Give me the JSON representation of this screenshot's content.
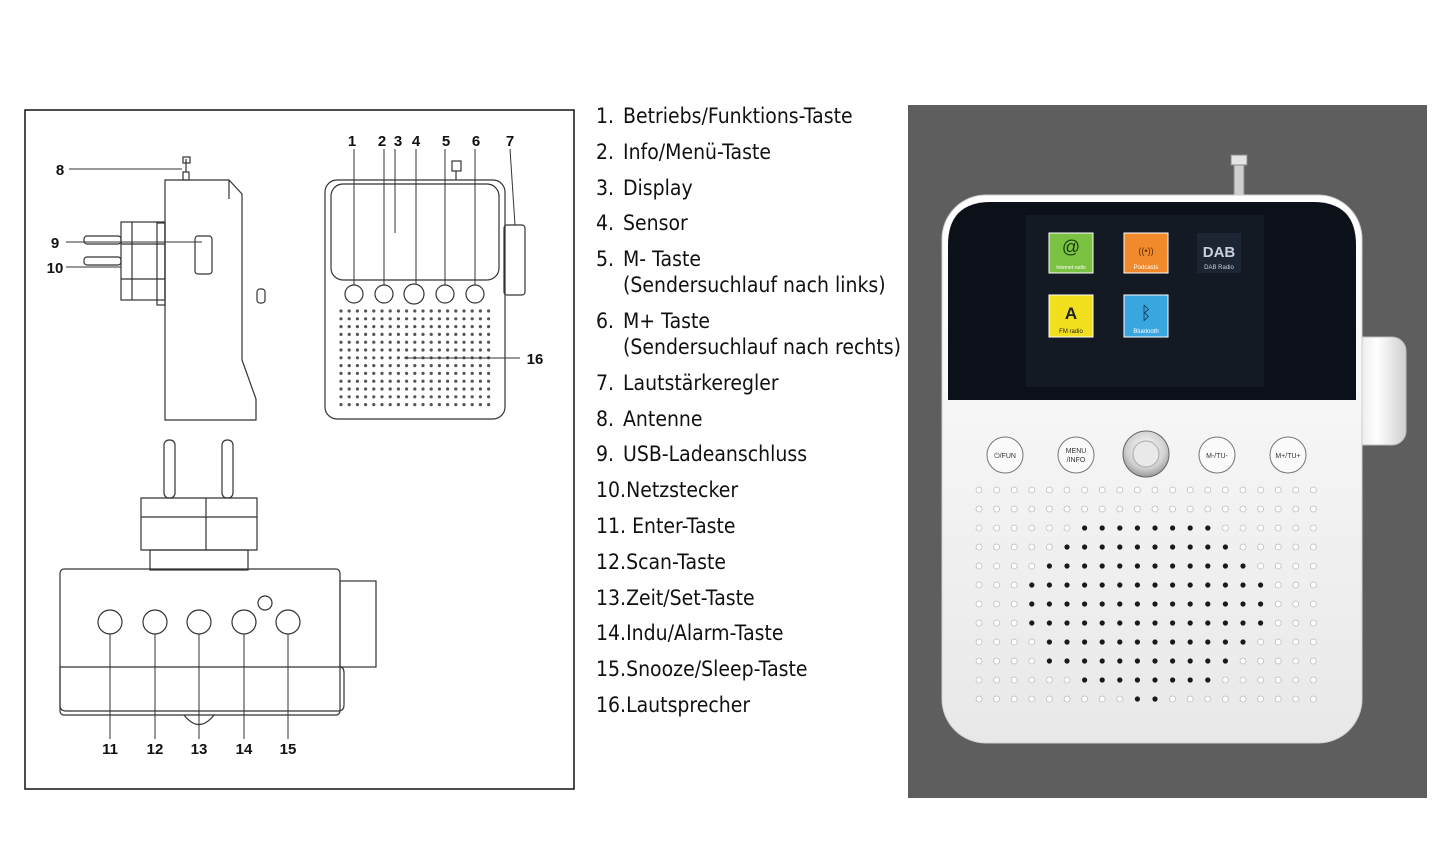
{
  "callouts": [
    "1",
    "2",
    "3",
    "4",
    "5",
    "6",
    "7",
    "8",
    "9",
    "10",
    "11",
    "12",
    "13",
    "14",
    "15",
    "16"
  ],
  "legend": [
    {
      "num": "1.",
      "text": "Betriebs/Funktions-Taste",
      "sub": ""
    },
    {
      "num": "2.",
      "text": "Info/Menü-Taste",
      "sub": ""
    },
    {
      "num": "3.",
      "text": "Display",
      "sub": ""
    },
    {
      "num": "4.",
      "text": "Sensor",
      "sub": ""
    },
    {
      "num": "5.",
      "text": "M- Taste",
      "sub": "(Sendersuchlauf nach links)"
    },
    {
      "num": "6.",
      "text": "M+ Taste",
      "sub": "(Sendersuchlauf nach rechts)"
    },
    {
      "num": "7.",
      "text": "Lautstärkeregler",
      "sub": ""
    },
    {
      "num": "8.",
      "text": "Antenne",
      "sub": ""
    },
    {
      "num": "9.",
      "text": "USB-Ladeanschluss",
      "sub": ""
    },
    {
      "num": "10.",
      "text": "Netzstecker",
      "sub": ""
    },
    {
      "num": "11.",
      "text": " Enter-Taste",
      "sub": ""
    },
    {
      "num": "12.",
      "text": "Scan-Taste",
      "sub": ""
    },
    {
      "num": "13.",
      "text": "Zeit/Set-Taste",
      "sub": ""
    },
    {
      "num": "14.",
      "text": "Indu/Alarm-Taste",
      "sub": ""
    },
    {
      "num": "15.",
      "text": "Snooze/Sleep-Taste",
      "sub": ""
    },
    {
      "num": "16.",
      "text": "Lautsprecher",
      "sub": ""
    }
  ],
  "screen_tiles": [
    {
      "name": "internet-radio",
      "label": "Internet radio",
      "color": "#7cc242",
      "icon": "@"
    },
    {
      "name": "podcasts",
      "label": "Podcasts",
      "color": "#f08a2a",
      "icon": "((•))"
    },
    {
      "name": "dab-radio",
      "label": "DAB Radio",
      "color": "#1c2533",
      "icon": "DAB"
    },
    {
      "name": "fm-radio",
      "label": "FM radio",
      "color": "#f2e01f",
      "icon": "A"
    },
    {
      "name": "bluetooth",
      "label": "Bluetooth",
      "color": "#3aa6e0",
      "icon": "ᛒ"
    }
  ],
  "device_buttons": [
    {
      "name": "power-fun",
      "label_top": "⏻/FUN",
      "label_bottom": ""
    },
    {
      "name": "menu-info",
      "label_top": "MENU",
      "label_bottom": "/INFO"
    },
    {
      "name": "sensor",
      "label_top": "",
      "label_bottom": ""
    },
    {
      "name": "m-minus",
      "label_top": "M-/TU-",
      "label_bottom": ""
    },
    {
      "name": "m-plus",
      "label_top": "M+/TU+",
      "label_bottom": ""
    }
  ],
  "colors": {
    "photo_bg": "#5e5e5e",
    "device_body": "#f4f4f4",
    "screen": "#0f1520",
    "line": "#333333"
  }
}
